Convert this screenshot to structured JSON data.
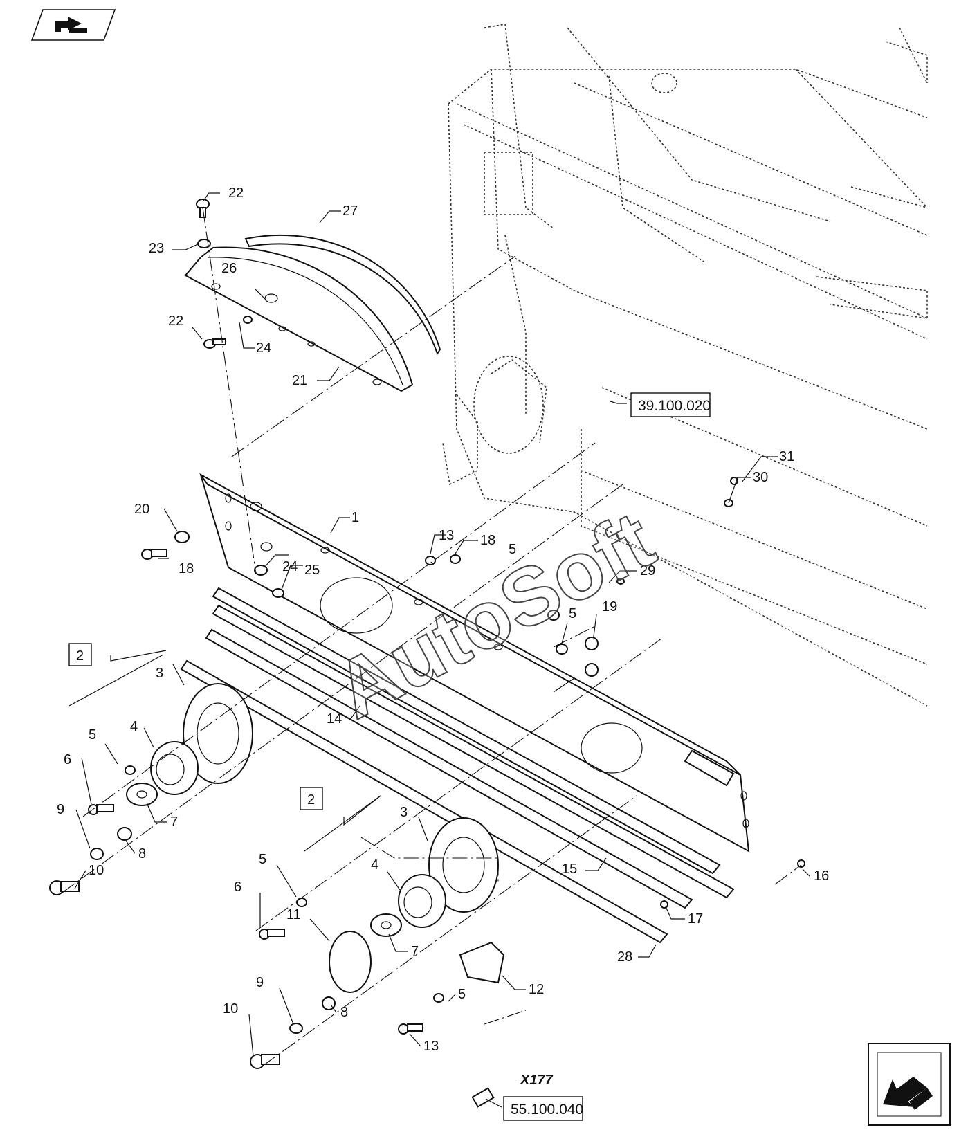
{
  "watermark": "AutoSoft",
  "icons": {
    "top_left": "forward-arrow-icon",
    "bottom_right": "return-arrow-icon"
  },
  "connector": "X177",
  "refs": [
    {
      "id": "ref-frame",
      "label": "39.100.020"
    },
    {
      "id": "ref-sensor",
      "label": "55.100.040"
    }
  ],
  "group_boxes": [
    {
      "id": "group-upper",
      "label": "2"
    },
    {
      "id": "group-lower",
      "label": "2"
    }
  ],
  "callouts": [
    {
      "id": "c22a",
      "label": "22"
    },
    {
      "id": "c27",
      "label": "27"
    },
    {
      "id": "c23",
      "label": "23"
    },
    {
      "id": "c26",
      "label": "26"
    },
    {
      "id": "c22b",
      "label": "22"
    },
    {
      "id": "c24a",
      "label": "24"
    },
    {
      "id": "c21",
      "label": "21"
    },
    {
      "id": "c31",
      "label": "31"
    },
    {
      "id": "c30",
      "label": "30"
    },
    {
      "id": "c20",
      "label": "20"
    },
    {
      "id": "c1",
      "label": "1"
    },
    {
      "id": "c13a",
      "label": "13"
    },
    {
      "id": "c18a",
      "label": "18"
    },
    {
      "id": "c5a",
      "label": "5"
    },
    {
      "id": "c29",
      "label": "29"
    },
    {
      "id": "c18b",
      "label": "18"
    },
    {
      "id": "c24b",
      "label": "24"
    },
    {
      "id": "c25",
      "label": "25"
    },
    {
      "id": "c5b",
      "label": "5"
    },
    {
      "id": "c19",
      "label": "19"
    },
    {
      "id": "c3a",
      "label": "3"
    },
    {
      "id": "c14",
      "label": "14"
    },
    {
      "id": "c5c",
      "label": "5"
    },
    {
      "id": "c4a",
      "label": "4"
    },
    {
      "id": "c6a",
      "label": "6"
    },
    {
      "id": "c9a",
      "label": "9"
    },
    {
      "id": "c7a",
      "label": "7"
    },
    {
      "id": "c8a",
      "label": "8"
    },
    {
      "id": "c10a",
      "label": "10"
    },
    {
      "id": "c3b",
      "label": "3"
    },
    {
      "id": "c5d",
      "label": "5"
    },
    {
      "id": "c4b",
      "label": "4"
    },
    {
      "id": "c15",
      "label": "15"
    },
    {
      "id": "c16",
      "label": "16"
    },
    {
      "id": "c6b",
      "label": "6"
    },
    {
      "id": "c17",
      "label": "17"
    },
    {
      "id": "c11",
      "label": "11"
    },
    {
      "id": "c7b",
      "label": "7"
    },
    {
      "id": "c28",
      "label": "28"
    },
    {
      "id": "c9b",
      "label": "9"
    },
    {
      "id": "c5e",
      "label": "5"
    },
    {
      "id": "c12",
      "label": "12"
    },
    {
      "id": "c10b",
      "label": "10"
    },
    {
      "id": "c8b",
      "label": "8"
    },
    {
      "id": "c13b",
      "label": "13"
    }
  ]
}
